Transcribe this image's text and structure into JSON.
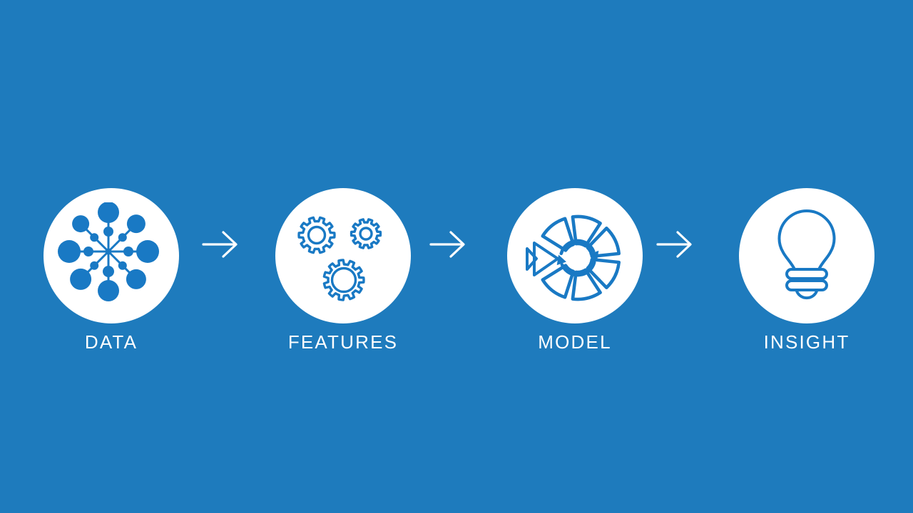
{
  "slide": {
    "background_color": "#1E7BBD",
    "accent_color": "#1979C4",
    "circle_color": "#FFFFFF",
    "label_color": "#FFFFFF",
    "steps": [
      {
        "label": "DATA",
        "icon": "data-network-icon"
      },
      {
        "label": "FEATURES",
        "icon": "gears-icon"
      },
      {
        "label": "MODEL",
        "icon": "model-cycle-icon"
      },
      {
        "label": "INSIGHT",
        "icon": "lightbulb-icon"
      }
    ],
    "connectors": [
      {
        "type": "arrow-right"
      },
      {
        "type": "arrow-right"
      },
      {
        "type": "arrow-right"
      }
    ]
  }
}
